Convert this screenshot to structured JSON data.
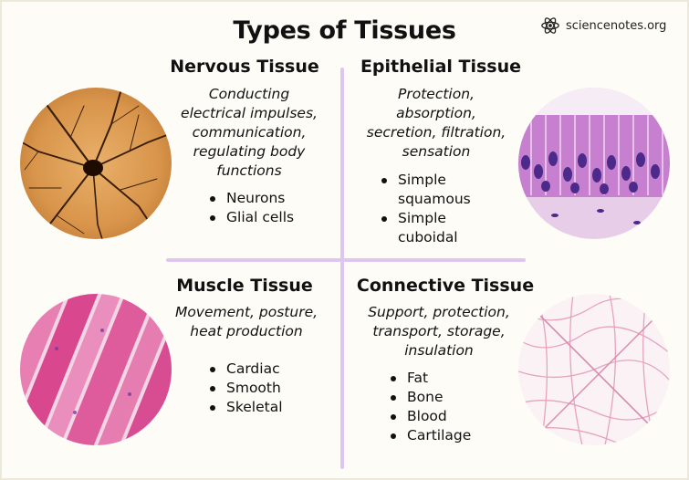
{
  "title": "Types of Tissues",
  "logo": {
    "text": "sciencenotes.org",
    "icon": "atom-icon"
  },
  "quadrants": {
    "nervous": {
      "heading": "Nervous Tissue",
      "description": [
        "Conducting",
        "electrical impulses,",
        "communication,",
        "regulating body",
        "functions"
      ],
      "items": [
        "Neurons",
        "Glial cells"
      ],
      "image": "neuron-micrograph"
    },
    "epithelial": {
      "heading": "Epithelial Tissue",
      "description": [
        "Protection,",
        "absorption,",
        "secretion, filtration,",
        "sensation"
      ],
      "items": [
        "Simple squamous",
        "Simple cuboidal"
      ],
      "image": "epithelium-micrograph"
    },
    "muscle": {
      "heading": "Muscle Tissue",
      "description": [
        "Movement, posture,",
        "heat production"
      ],
      "items": [
        "Cardiac",
        "Smooth",
        "Skeletal"
      ],
      "image": "muscle-micrograph"
    },
    "connective": {
      "heading": "Connective Tissue",
      "description": [
        "Support, protection,",
        "transport, storage,",
        "insulation"
      ],
      "items": [
        "Fat",
        "Bone",
        "Blood",
        "Cartilage"
      ],
      "image": "connective-micrograph"
    }
  },
  "colors": {
    "divider": "#ddc6f0",
    "background": "#fdfcf6"
  }
}
